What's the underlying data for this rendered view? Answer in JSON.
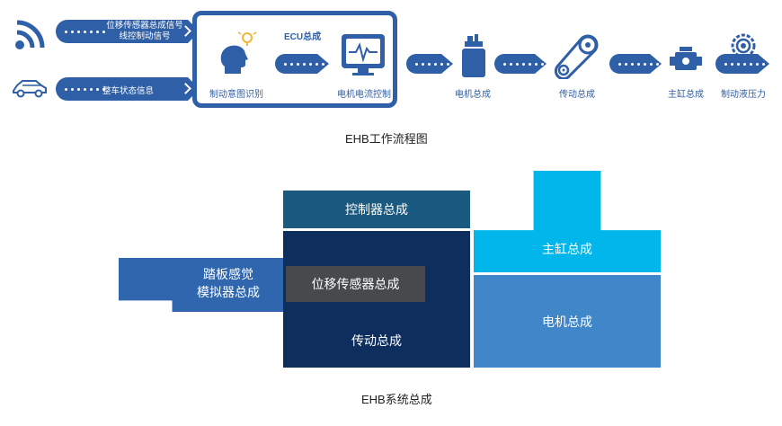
{
  "flow": {
    "input1_text_line1": "位移传感器总成信号",
    "input1_text_line2": "线控制动信号",
    "input2_text": "整车状态信息",
    "ecu_title": "ECU总成",
    "intent_label": "制动意图识别",
    "motor_current_label": "电机电流控制",
    "motor_assembly_label": "电机总成",
    "transmission_label": "传动总成",
    "master_cylinder_label": "主缸总成",
    "brake_pressure_label": "制动液压力",
    "caption": "EHB工作流程图"
  },
  "system": {
    "pedal_line1": "踏板感觉",
    "pedal_line2": "模拟器总成",
    "controller": "控制器总成",
    "sensor": "位移传感器总成",
    "transmission": "传动总成",
    "master_cylinder": "主缸总成",
    "motor": "电机总成",
    "caption": "EHB系统总成"
  },
  "colors": {
    "flow_blue": "#2f5fa6",
    "controller": "#1b5a80",
    "transmission_block": "#0e2f5e",
    "sensor_block": "#474a4d",
    "master_cylinder": "#00b6ea",
    "motor_block": "#3f87c9",
    "pedal_block": "#2f66ae"
  }
}
